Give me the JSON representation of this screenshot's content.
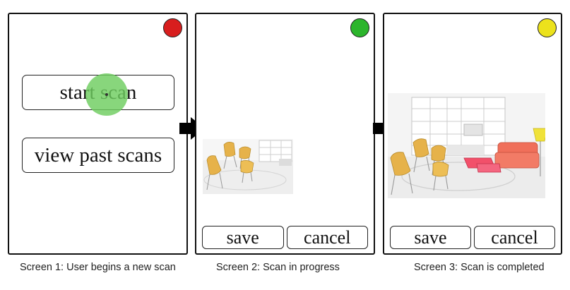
{
  "screen1": {
    "status_color": "#d81e1e",
    "start_scan_label": "start scan",
    "view_past_scans_label": "view past scans",
    "caption": "Screen 1: User begins a new scan"
  },
  "screen2": {
    "status_color": "#2cb52c",
    "save_label": "save",
    "cancel_label": "cancel",
    "caption": "Screen 2: Scan in progress"
  },
  "screen3": {
    "status_color": "#ece21c",
    "save_label": "save",
    "cancel_label": "cancel",
    "caption": "Screen 3: Scan is completed"
  },
  "icons": {
    "flow_arrow": "arrow-right-icon",
    "touch_indicator": "touch-indicator"
  }
}
